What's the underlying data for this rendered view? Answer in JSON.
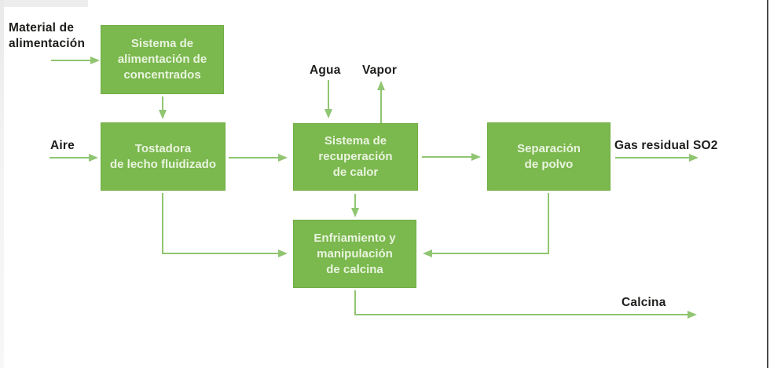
{
  "diagram": {
    "boxes": [
      {
        "id": "feed-system",
        "label": "Sistema de\nalimentación de\nconcentrados"
      },
      {
        "id": "roaster",
        "label": "Tostadora\nde lecho fluidizado"
      },
      {
        "id": "heat-recovery",
        "label": "Sistema de\nrecuperación\nde calor"
      },
      {
        "id": "dust-separation",
        "label": "Separación\nde polvo"
      },
      {
        "id": "calcine-handling",
        "label": "Enfriamiento y\nmanipulación\nde calcina"
      }
    ],
    "io_labels": {
      "feed": "Material de\nalimentación",
      "air": "Aire",
      "water": "Agua",
      "steam": "Vapor",
      "offgas": "Gas residual SO2",
      "calcine": "Calcina"
    },
    "colors": {
      "box_fill": "#7bb84e",
      "box_text": "#e9f4df",
      "arrow": "#90c571",
      "label_text": "#1d1d1b"
    }
  }
}
